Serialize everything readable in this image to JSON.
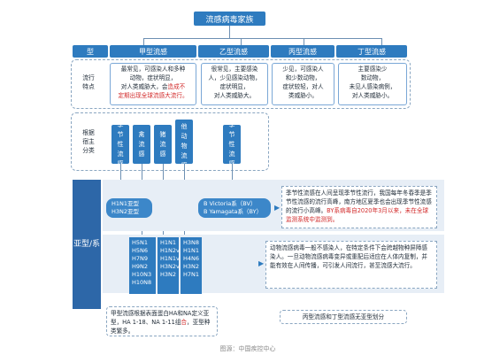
{
  "title": "流感病毒家族",
  "header": {
    "type_label": "型",
    "types": [
      "甲型流感",
      "乙型流感",
      "丙型流感",
      "丁型流感"
    ]
  },
  "row_epidemic": {
    "label_lines": [
      "流行",
      "特点"
    ],
    "a_lines": [
      "最常见，可感染人和多种",
      "动物，症状明显，",
      "对人类威胁大，会",
      "定期出现全球流感大流行。"
    ],
    "a_red_lines": [
      "造成不"
    ],
    "b_lines": [
      "很常见，主要感染",
      "人，少见感染动物，",
      "症状明显，",
      "对人类威胁大。"
    ],
    "c_lines": [
      "少见，可感染人",
      "和少数动物，",
      "症状较轻，对人",
      "类威胁小。"
    ],
    "d_lines": [
      "主要感染少",
      "数动物，",
      "未见人感染病例，",
      "对人类威胁小。"
    ]
  },
  "row_host": {
    "label_lines": [
      "根据",
      "宿主",
      "分类"
    ],
    "a_hosts": [
      "季节性流感",
      "禽流感",
      "猪流感",
      "其他动物流感"
    ],
    "b_hosts": [
      "季节性流感"
    ]
  },
  "subtype": {
    "label": "亚型/系",
    "a_seasonal": [
      "H1N1亚型",
      "H3N2亚型"
    ],
    "b_lineages": [
      "B Victoria系（BV）",
      "B Yamagata系（BY）"
    ],
    "seasonal_note": {
      "normal": "季节性流感在人间呈现季节性流行，我国每年冬春季是季节性流感的流行高峰，南方地区夏季也会出现季节性流感的流行小高峰。",
      "red": "BY系病毒自2020年3月以来，未在全球监测系统中监测到。"
    },
    "avian_col": [
      "H5N1",
      "H5N6",
      "H7N9",
      "H9N2",
      "H10N3",
      "H10N8"
    ],
    "swine_col": [
      "H1N1",
      "H1N2v",
      "H1N1v",
      "H3N2v",
      "H3N2"
    ],
    "other_col": [
      "H3N8",
      "H1N1",
      "H4N6",
      "H3N2",
      "H7N1"
    ],
    "animal_note": "动物流感病毒一般不感染人，在特定条件下会跨越物种屏障感染人。一旦动物流感病毒变异或重配后适应在人体内复制，并能有效在人间传播，可引发人间流行，甚至流感大流行。",
    "ha_na_note": {
      "normal_1": "甲型流感根据表面蛋白HA和NA定义亚型，HA 1-18、NA 1-11组",
      "red": "合",
      "normal_2": "，亚型种类繁多。"
    },
    "cd_note": "丙型流感和丁型流感无亚型划分"
  },
  "source": "图源：中国疾控中心",
  "colors": {
    "blue": "#2e7bbf",
    "dark_blue": "#2d67a8",
    "red": "#d22a2a"
  }
}
